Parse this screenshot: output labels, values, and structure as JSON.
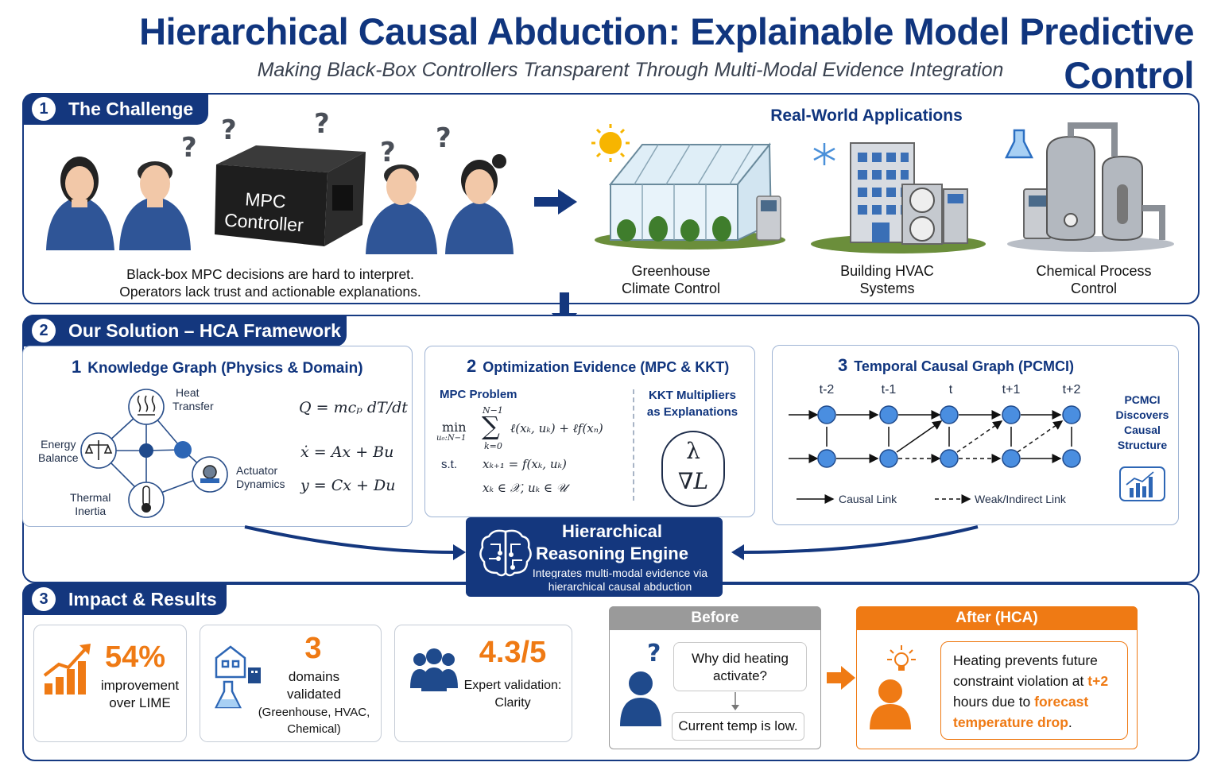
{
  "title": "Hierarchical Causal Abduction: Explainable Model Predictive Control",
  "subtitle": "Making Black-Box Controllers Transparent Through Multi-Modal Evidence Integration",
  "section1": {
    "num": "1",
    "title": "The Challenge",
    "box_label_1": "MPC",
    "box_label_2": "Controller",
    "caption_1": "Black-box MPC decisions are hard to interpret.",
    "caption_2": "Operators lack trust  and actionable explanations.",
    "apps_title": "Real-World Applications",
    "apps": [
      {
        "line1": "Greenhouse",
        "line2": "Climate Control"
      },
      {
        "line1": "Building HVAC",
        "line2": "Systems"
      },
      {
        "line1": "Chemical Process",
        "line2": "Control"
      }
    ]
  },
  "section2": {
    "num": "2",
    "title": "Our Solution – HCA Framework",
    "kg": {
      "num": "1",
      "title": "Knowledge Graph (Physics & Domain)",
      "nodes": {
        "heat": [
          "Heat",
          "Transfer"
        ],
        "energy": [
          "Energy",
          "Balance"
        ],
        "actuator": [
          "Actuator",
          "Dynamics"
        ],
        "thermal": [
          "Thermal",
          "Inertia"
        ]
      },
      "eq1": "Q = mcₚ dT/dt",
      "eq2": "ẋ = Ax + Bu",
      "eq3": "y = Cx + Du"
    },
    "opt": {
      "num": "2",
      "title": "Optimization Evidence (MPC & KKT)",
      "mpc_label": "MPC Problem",
      "kkt_label_1": "KKT Multipliers",
      "kkt_label_2": "as Explanations",
      "min": "min",
      "min_sub": "u₀:N−1",
      "sum_top": "N−1",
      "sum_bottom": "k=0",
      "objective": "ℓ(xₖ, uₖ) + ℓf(xₙ)",
      "st": "s.t.",
      "c1": "xₖ₊₁ = f(xₖ, uₖ)",
      "c2": "xₖ ∈ 𝒳,   uₖ ∈ 𝒰",
      "lambda": "λ",
      "nabla": "∇L"
    },
    "tcg": {
      "num": "3",
      "title": "Temporal Causal Graph (PCMCI)",
      "times": [
        "t-2",
        "t-1",
        "t",
        "t+1",
        "t+2"
      ],
      "side_1": "PCMCI",
      "side_2": "Discovers",
      "side_3": "Causal",
      "side_4": "Structure",
      "legend_causal": "Causal Link",
      "legend_weak": "Weak/Indirect Link"
    },
    "engine": {
      "title_1": "Hierarchical",
      "title_2": "Reasoning Engine",
      "desc_1": "Integrates multi-modal evidence via",
      "desc_2": "hierarchical causal abduction"
    }
  },
  "section3": {
    "num": "3",
    "title": "Impact & Results",
    "metrics": [
      {
        "value": "54%",
        "line1": "improvement",
        "line2": "over LIME"
      },
      {
        "value": "3",
        "line1": "domains",
        "line2": "validated",
        "line3": "(Greenhouse, HVAC,",
        "line4": "Chemical)"
      },
      {
        "value": "4.3/5",
        "line1": "Expert validation:",
        "line2": "Clarity"
      }
    ],
    "before": {
      "header": "Before",
      "question_1": "Why did heating",
      "question_2": "activate?",
      "answer": "Current temp is low."
    },
    "after": {
      "header": "After (HCA)",
      "l1": "Heating prevents future",
      "l2a": "constraint violation at ",
      "l2b": "t+2",
      "l3a": "hours due to ",
      "l3b": "forecast",
      "l4a": "temperature drop",
      "l4b": "."
    }
  },
  "colors": {
    "navy": "#14377e",
    "orange": "#ef7a14",
    "gray": "#9a9a9a",
    "node": "#4a8ee0"
  }
}
